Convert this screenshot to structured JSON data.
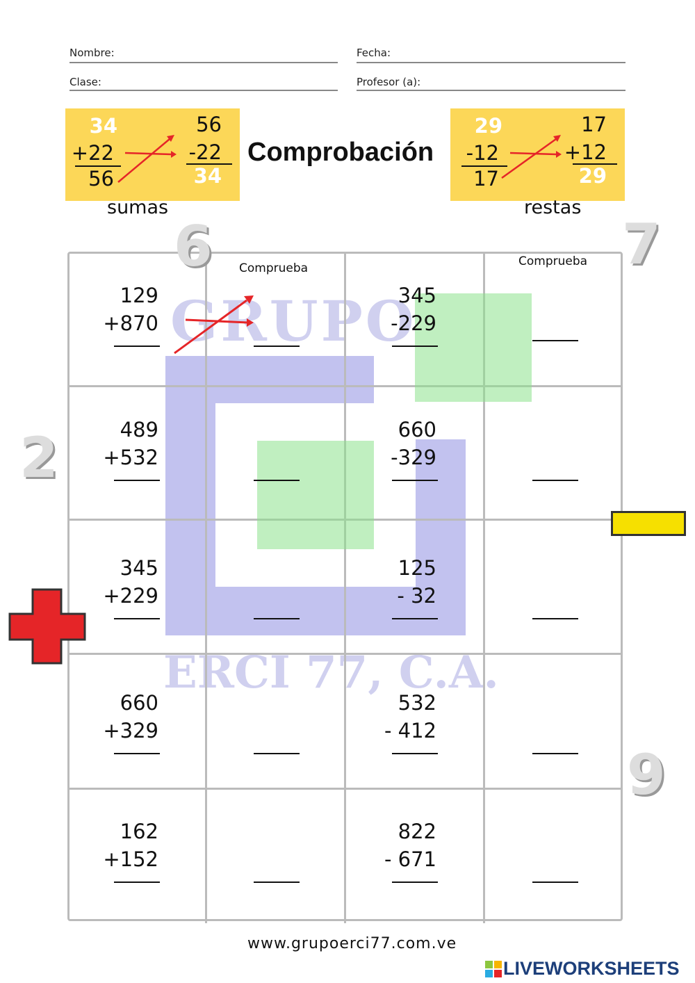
{
  "header": {
    "fields": [
      {
        "label": "Nombre:"
      },
      {
        "label": "Fecha:"
      },
      {
        "label": "Clase:"
      },
      {
        "label": "Profesor (a):"
      }
    ]
  },
  "title": "Comprobación",
  "examples": {
    "sumas": {
      "caption": "sumas",
      "left": [
        "34",
        "+22",
        "56"
      ],
      "right": [
        "56",
        "-22",
        "34"
      ]
    },
    "restas": {
      "caption": "restas",
      "left": [
        "29",
        "-12",
        "17"
      ],
      "right": [
        "17",
        "+12",
        "29"
      ]
    }
  },
  "grid": {
    "check_header": "Comprueba",
    "rows": [
      {
        "add": [
          "129",
          "+870"
        ],
        "sub": [
          "345",
          "-229"
        ]
      },
      {
        "add": [
          "489",
          "+532"
        ],
        "sub": [
          "660",
          "-329"
        ]
      },
      {
        "add": [
          "345",
          "+229"
        ],
        "sub": [
          "125",
          "- 32"
        ]
      },
      {
        "add": [
          "660",
          "+329"
        ],
        "sub": [
          "532",
          "- 412"
        ]
      },
      {
        "add": [
          "162",
          "+152"
        ],
        "sub": [
          "822",
          "- 671"
        ]
      }
    ]
  },
  "watermark": {
    "top": "GRUPO",
    "bottom": "ERCI 77, C.A."
  },
  "decorations": {
    "digits": [
      "6",
      "7",
      "2",
      "9"
    ],
    "plus_color": "#e52528",
    "minus_color": "#f6e000"
  },
  "colors": {
    "highlight": "#fcd758",
    "arrow": "#e52528"
  },
  "footer": {
    "url": "www.grupoerci77.com.ve",
    "brand": "LIVEWORKSHEETS",
    "brand_color": "#1d3f7a"
  }
}
